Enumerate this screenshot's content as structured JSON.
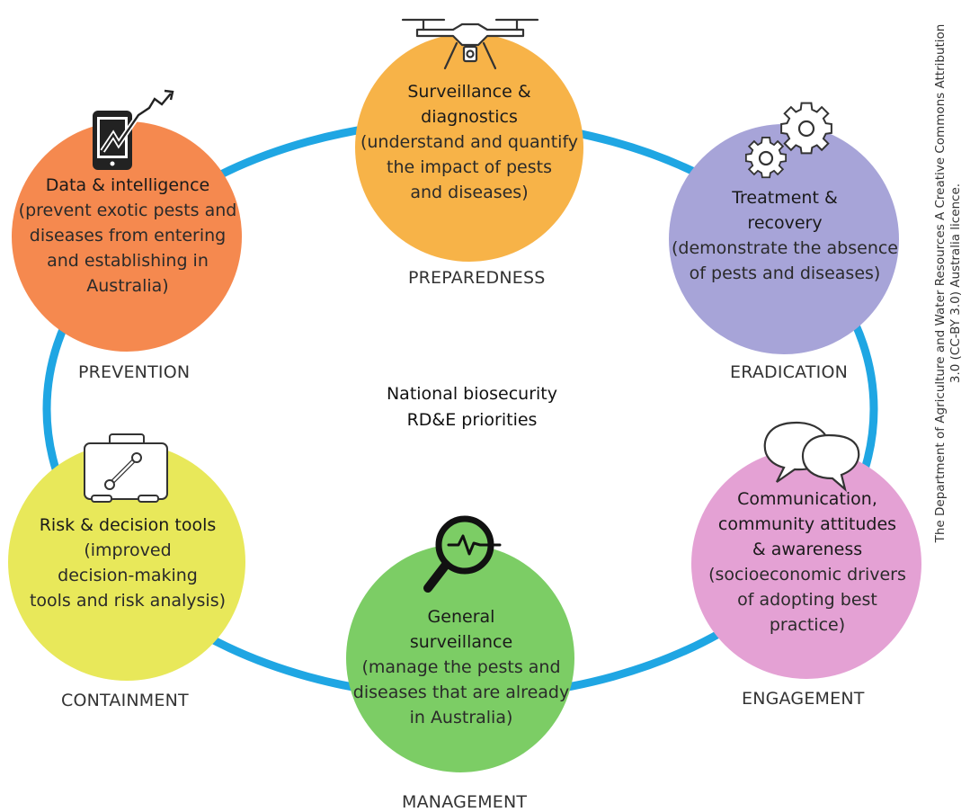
{
  "diagram": {
    "center": {
      "line1": "National biosecurity",
      "line2": "RD&E priorities"
    },
    "nodes": [
      {
        "id": "surveillance-diagnostics",
        "title": [
          "Surveillance &",
          "diagnostics"
        ],
        "desc": [
          "(understand and quantify",
          "the impact of pests",
          "and diseases)"
        ],
        "stage": "PREPAREDNESS",
        "color": "#f7b348",
        "icon": "drone-icon"
      },
      {
        "id": "treatment-recovery",
        "title": [
          "Treatment &",
          "recovery"
        ],
        "desc": [
          "(demonstrate the absence",
          "of pests and diseases)"
        ],
        "stage": "ERADICATION",
        "color": "#a7a4d8",
        "icon": "gears-icon"
      },
      {
        "id": "communication",
        "title": [
          "Communication,",
          "community attitudes",
          "& awareness"
        ],
        "desc": [
          "(socioeconomic drivers",
          "of adopting best",
          "practice)"
        ],
        "stage": "ENGAGEMENT",
        "color": "#e4a1d4",
        "icon": "speech-bubbles-icon"
      },
      {
        "id": "general-surveillance",
        "title": [
          "General",
          "surveillance"
        ],
        "desc": [
          "(manage the pests and",
          "diseases that are already",
          "in Australia)"
        ],
        "stage": "MANAGEMENT",
        "color": "#7ccd65",
        "icon": "magnifier-pulse-icon"
      },
      {
        "id": "risk-decision-tools",
        "title": [
          "Risk & decision tools"
        ],
        "desc": [
          "(improved",
          "decision-making",
          "tools and risk analysis)"
        ],
        "stage": "CONTAINMENT",
        "color": "#e8e85a",
        "icon": "toolbox-icon"
      },
      {
        "id": "data-intelligence",
        "title": [
          "Data & intelligence"
        ],
        "desc": [
          "(prevent exotic pests and",
          "diseases from entering",
          "and establishing in",
          "Australia)"
        ],
        "stage": "PREVENTION",
        "color": "#f5894f",
        "icon": "tablet-trend-icon"
      }
    ],
    "ring_color": "#1fa6e3",
    "credit": {
      "line1": "The Department of Agriculture and Water Resources A Creative Commons Attribution",
      "line2": "3.0 (CC-BY 3.0) Australia licence."
    }
  }
}
